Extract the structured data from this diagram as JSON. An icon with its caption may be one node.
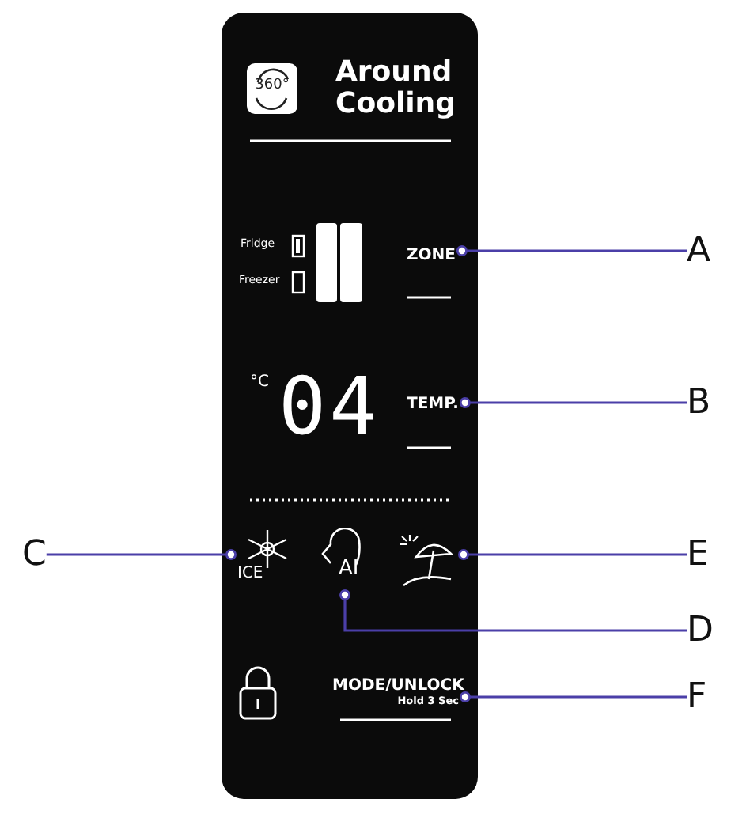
{
  "diagram": {
    "nodes": [
      {
        "text": [
          "ZONE"
        ]
      },
      {
        "text": [
          "TEMP."
        ]
      },
      {
        "text": [
          "ICE"
        ]
      },
      {
        "text": [
          "AI"
        ]
      },
      {
        "text": [],
        "shape": "umbrella"
      },
      {
        "text": [
          "MODE/UNLOCK",
          "Hold 3 Sec"
        ]
      },
      {
        "text": [
          "A"
        ]
      },
      {
        "text": [
          "B"
        ]
      },
      {
        "text": [
          "C"
        ]
      },
      {
        "text": [
          "D"
        ]
      },
      {
        "text": [
          "E"
        ]
      },
      {
        "text": [
          "F"
        ]
      }
    ],
    "edges": [
      {
        "from": 6,
        "to": 0,
        "arrow": "other"
      },
      {
        "from": 7,
        "to": 1,
        "arrow": "other"
      },
      {
        "from": 8,
        "to": 2,
        "arrow": "other"
      },
      {
        "from": 9,
        "to": 3,
        "arrow": "other"
      },
      {
        "from": 10,
        "to": 4,
        "arrow": "other"
      },
      {
        "from": 11,
        "to": 5,
        "arrow": "other"
      }
    ],
    "labels": [
      "360°",
      "Around Cooling",
      "Fridge",
      "Freezer",
      "°C",
      "04"
    ]
  }
}
